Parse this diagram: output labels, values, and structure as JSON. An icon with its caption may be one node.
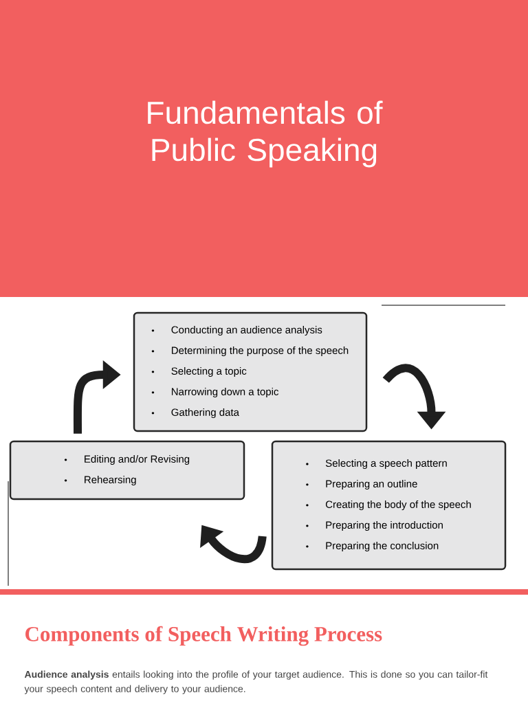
{
  "diagram": {
    "title": "Fundamentals of Public Speaking",
    "nodes": [
      {
        "text": [
          "Conducting an audience analysis",
          "Determining the purpose of the speech",
          "Selecting a topic",
          "Narrowing down a topic",
          "Gathering data"
        ]
      },
      {
        "text": [
          "Selecting a speech pattern",
          "Preparing an outline",
          "Creating the body of the speech",
          "Preparing the introduction",
          "Preparing the conclusion"
        ]
      },
      {
        "text": [
          "Editing and/or Revising",
          "Rehearsing"
        ]
      }
    ],
    "edges": [
      {
        "from": 0,
        "to": 1,
        "arrow": "to"
      },
      {
        "from": 1,
        "to": 2,
        "arrow": "to"
      },
      {
        "from": 2,
        "to": 0,
        "arrow": "to"
      }
    ],
    "labels": [
      "Components of Speech Writing Process",
      "**Audience analysis** entails looking into the profile of your target audience. This is done so you can tailor-fit your speech content and delivery to your audience."
    ]
  }
}
